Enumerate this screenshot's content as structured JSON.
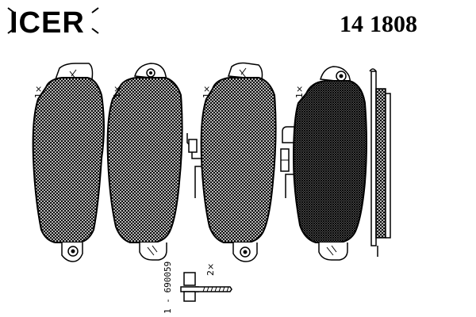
{
  "brand": "ICER",
  "part_number_prefix": "14",
  "part_number_main": "1808",
  "pads": [
    {
      "quantity": "1×"
    },
    {
      "quantity": "1×"
    },
    {
      "quantity": "1×"
    },
    {
      "quantity": "1×"
    }
  ],
  "screw": {
    "code": "1 - 690059",
    "quantity": "2×"
  },
  "colors": {
    "line": "#000000",
    "friction_fill": "#555555",
    "background": "#ffffff"
  }
}
